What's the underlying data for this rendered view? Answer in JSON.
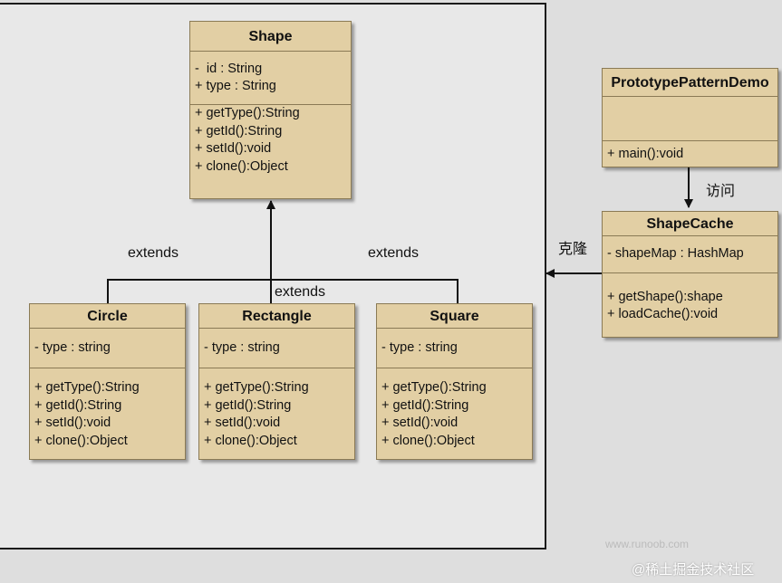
{
  "classes": {
    "shape": {
      "name": "Shape",
      "attributes": [
        "-  id : String",
        "+ type : String"
      ],
      "methods": [
        "+ getType():String",
        "+ getId():String",
        "+ setId():void",
        "+ clone():Object"
      ]
    },
    "circle": {
      "name": "Circle",
      "attributes": [
        "- type : string"
      ],
      "methods": [
        "+ getType():String",
        "+ getId():String",
        "+ setId():void",
        "+ clone():Object"
      ]
    },
    "rectangle": {
      "name": "Rectangle",
      "attributes": [
        "- type : string"
      ],
      "methods": [
        "+ getType():String",
        "+ getId():String",
        "+ setId():void",
        "+ clone():Object"
      ]
    },
    "square": {
      "name": "Square",
      "attributes": [
        "- type : string"
      ],
      "methods": [
        "+ getType():String",
        "+ getId():String",
        "+ setId():void",
        "+ clone():Object"
      ]
    },
    "demo": {
      "name": "PrototypePatternDemo",
      "attributes": [],
      "methods": [
        "+ main():void"
      ]
    },
    "cache": {
      "name": "ShapeCache",
      "attributes": [
        "- shapeMap : HashMap"
      ],
      "methods": [
        "+ getShape():shape",
        "+ loadCache():void"
      ]
    }
  },
  "relations": {
    "extends_left": "extends",
    "extends_right": "extends",
    "extends_center": "extends",
    "visit": "访问",
    "clone": "克隆"
  },
  "watermarks": {
    "site": "www.runoob.com",
    "community": "@稀土掘金技术社区"
  },
  "colors": {
    "class_fill": "#e2cfa4",
    "class_border": "#8a7a55",
    "background": "#dedede"
  }
}
